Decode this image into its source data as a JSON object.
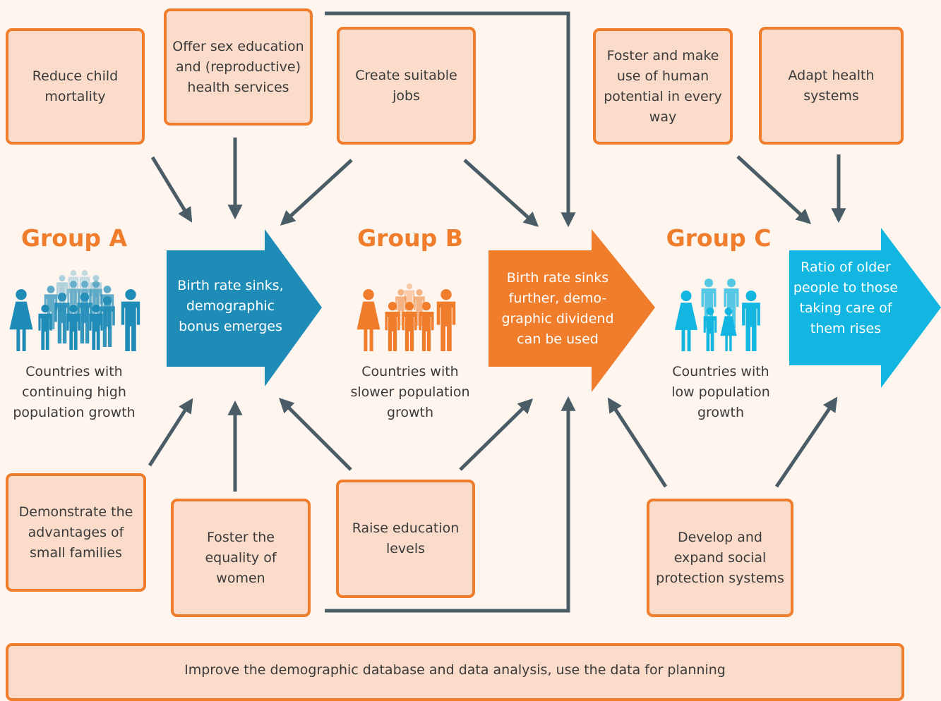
{
  "colors": {
    "background": "#fdf5ee",
    "box_fill": "#fbdccb",
    "box_border": "#ef7d2b",
    "connector": "#4a5c66",
    "group_a": "#1f8cb8",
    "group_b": "#ef7d2b",
    "group_c": "#12b6e0"
  },
  "top_boxes": {
    "reduce_child_mortality": "Reduce child mortality",
    "sex_education": "Offer sex education and (reproductive) health services",
    "suitable_jobs": "Create suitable jobs",
    "human_potential": "Foster and make use of human potential in every way",
    "health_systems": "Adapt health systems"
  },
  "bottom_boxes": {
    "small_families": "Demonstrate the advantages of small families",
    "equality_women": "Foster the equality of women",
    "education_levels": "Raise education levels",
    "social_protection": "Develop and expand social protection systems"
  },
  "groups": [
    {
      "title": "Group A",
      "caption": "Countries with continuing high population growth",
      "arrow_text": "Birth rate sinks, demographic bonus emerges",
      "icon": "crowd-icon"
    },
    {
      "title": "Group B",
      "caption": "Countries with slower population growth",
      "arrow_text": "Birth rate sinks further, demo-graphic dividend can be used",
      "icon": "small-crowd-icon"
    },
    {
      "title": "Group C",
      "caption": "Countries with low population growth",
      "arrow_text": "Ratio of older people to those taking care of them rises",
      "icon": "family-icon"
    }
  ],
  "footer": "Improve the demographic database and data analysis, use the data for planning"
}
